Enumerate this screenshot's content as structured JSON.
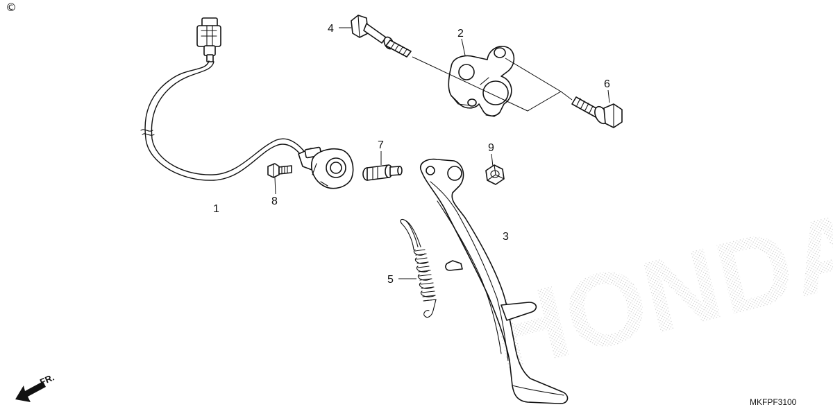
{
  "copyright_mark": "©",
  "direction_label": "FR.",
  "diagram_code": "MKFPF3100",
  "callouts": {
    "p1": "1",
    "p2": "2",
    "p3": "3",
    "p4": "4",
    "p5": "5",
    "p6": "6",
    "p7": "7",
    "p8": "8",
    "p9": "9"
  },
  "colors": {
    "line": "#111111",
    "background": "#ffffff",
    "watermark": "#cfcfcf"
  },
  "watermark_text": "HONDA"
}
